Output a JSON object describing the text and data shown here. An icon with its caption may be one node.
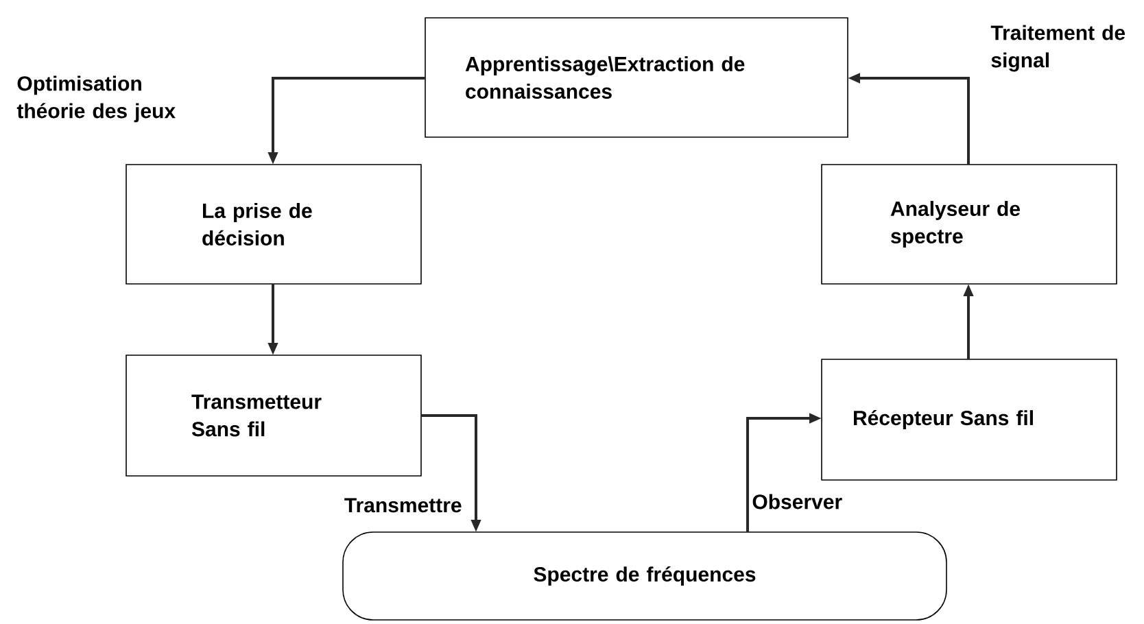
{
  "diagram": {
    "nodes": [
      {
        "text": [
          "Apprentissage\\Extraction de connaissances"
        ]
      },
      {
        "text": [
          "La prise de décision"
        ]
      },
      {
        "text": [
          "Transmetteur Sans fil"
        ]
      },
      {
        "text": [
          "Spectre de fréquences"
        ]
      },
      {
        "text": [
          "Récepteur Sans fil"
        ]
      },
      {
        "text": [
          "Analyseur de spectre"
        ]
      }
    ],
    "edges": [
      {
        "from": 0,
        "to": 1,
        "arrow": "to",
        "label": "Optimisation théorie des jeux"
      },
      {
        "from": 1,
        "to": 2,
        "arrow": "to"
      },
      {
        "from": 2,
        "to": 3,
        "arrow": "to",
        "label": "Transmettre"
      },
      {
        "from": 3,
        "to": 4,
        "arrow": "to",
        "label": "Observer"
      },
      {
        "from": 4,
        "to": 5,
        "arrow": "to"
      },
      {
        "from": 5,
        "to": 0,
        "arrow": "to",
        "label": "Traitement de signal"
      }
    ]
  }
}
